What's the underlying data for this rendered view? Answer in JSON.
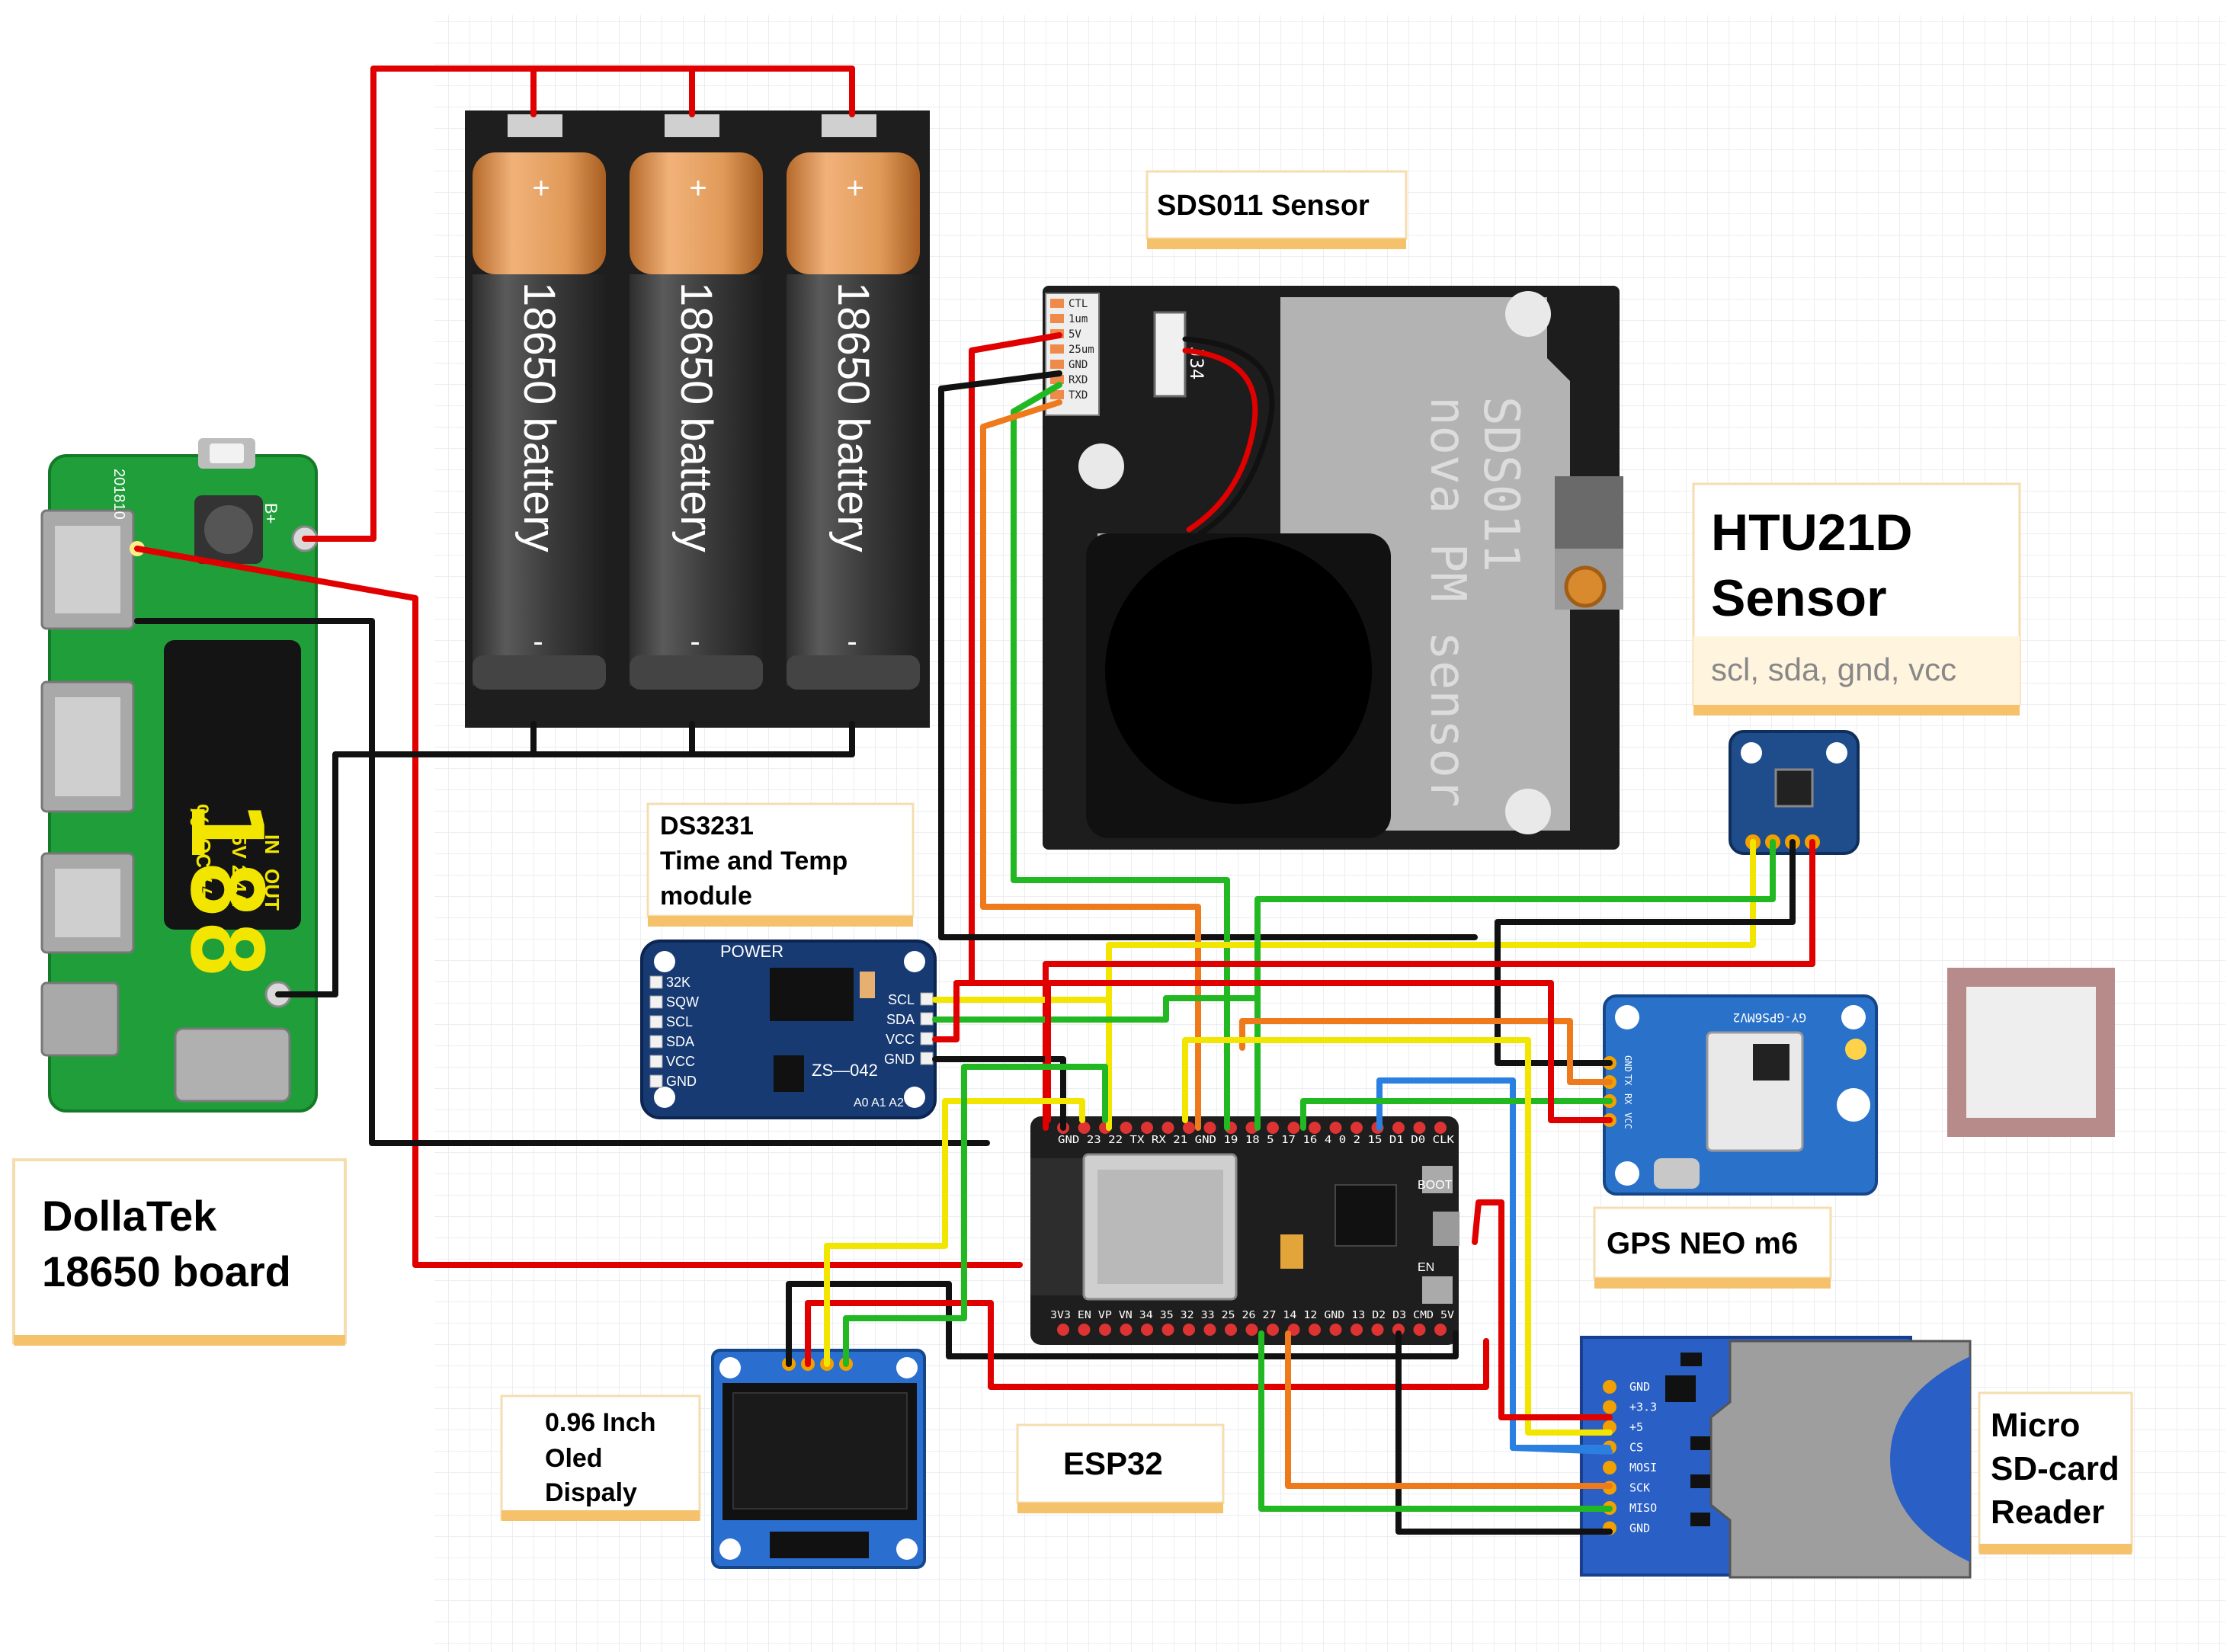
{
  "labels": {
    "sds011": "SDS011 Sensor",
    "htu_line1": "HTU21D",
    "htu_line2": "Sensor",
    "htu_pins": "scl, sda, gnd, vcc",
    "ds3231_line1": "DS3231",
    "ds3231_line2": "Time and Temp",
    "ds3231_line3": "module",
    "dollatek_line1": "DollaTek",
    "dollatek_line2": "18650 board",
    "gps": "GPS NEO m6",
    "esp32": "ESP32",
    "oled_line1": "0.96 Inch",
    "oled_line2": "Oled",
    "oled_line3": "Dispaly",
    "sd_line1": "Micro",
    "sd_line2": "SD-card",
    "sd_line3": "Reader"
  },
  "battery": {
    "text": "18650 battery",
    "plus": "+",
    "minus": "-"
  },
  "dollatek_board": {
    "display_digits": "188",
    "percent": "%",
    "in": "IN",
    "out": "OUT",
    "v5": "5V",
    "a24": "2.4A",
    "qc": "QC",
    "bolt": "ϟϟ",
    "bplus": "B+",
    "code": "201810"
  },
  "sds011_board": {
    "title": "SDS011",
    "subtitle": "nova PM sensor",
    "pins": [
      "CTL",
      "1um",
      "5V",
      "25um",
      "GND",
      "RXD",
      "TXD"
    ],
    "connector": "J34"
  },
  "ds3231_board": {
    "power": "POWER",
    "left_pins": [
      "32K",
      "SQW",
      "SCL",
      "SDA",
      "VCC",
      "GND"
    ],
    "right_pins": [
      "SCL",
      "SDA",
      "VCC",
      "GND"
    ],
    "chip": "ZS—042",
    "addr": "A0 A1 A2"
  },
  "gps_board": {
    "name": "GY-GPS6MV2",
    "pins": [
      "GND",
      "TX",
      "RX",
      "VCC"
    ]
  },
  "esp32_board": {
    "top_pins": "GND 23 22 TX RX 21 GND 19 18 5 17 16 4 0 2 15 D1 D0 CLK",
    "bottom_pins": "3V3 EN VP VN 34 35 32 33 25 26 27 14 12 GND 13 D2 D3 CMD 5V",
    "boot": "BOOT",
    "en": "EN"
  },
  "sd_board": {
    "pins": [
      "GND",
      "+3.3",
      "+5",
      "CS",
      "MOSI",
      "SCK",
      "MISO",
      "GND"
    ]
  },
  "colors": {
    "red": "#e00000",
    "black": "#111111",
    "green": "#22b822",
    "yellow": "#f2e600",
    "orange": "#ee7a1c",
    "blue": "#2a7fe0",
    "label_accent": "#f5c16a",
    "grid": "#e6e9ee"
  }
}
